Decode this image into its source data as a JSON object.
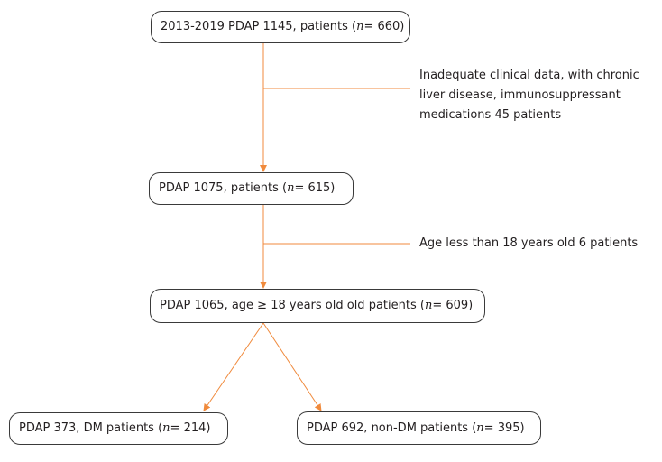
{
  "flowchart": {
    "step1": {
      "label_prefix": "2013-2019 PDAP 1145, patients (",
      "n_symbol": "n",
      "label_suffix": " = 660)"
    },
    "exclusion1": {
      "lines": [
        "Inadequate clinical data, with chronic",
        "liver disease, immunosuppressant",
        "medications 45 patients"
      ]
    },
    "step2": {
      "label_prefix": "PDAP 1075, patients (",
      "n_symbol": "n",
      "label_suffix": " = 615)"
    },
    "exclusion2": {
      "text": "Age less than 18 years old 6 patients"
    },
    "step3": {
      "label_prefix": "PDAP 1065, age ≥ 18 years old old patients (",
      "n_symbol": "n",
      "label_suffix": " = 609)"
    },
    "group_dm": {
      "label_prefix": "PDAP 373, DM patients (",
      "n_symbol": "n",
      "label_suffix": " = 214)"
    },
    "group_non_dm": {
      "label_prefix": "PDAP 692, non-DM patients (",
      "n_symbol": "n",
      "label_suffix": " = 395)"
    }
  },
  "colors": {
    "connector": "#f08a3c",
    "box_border": "#3a3a3a",
    "text": "#231f20"
  }
}
